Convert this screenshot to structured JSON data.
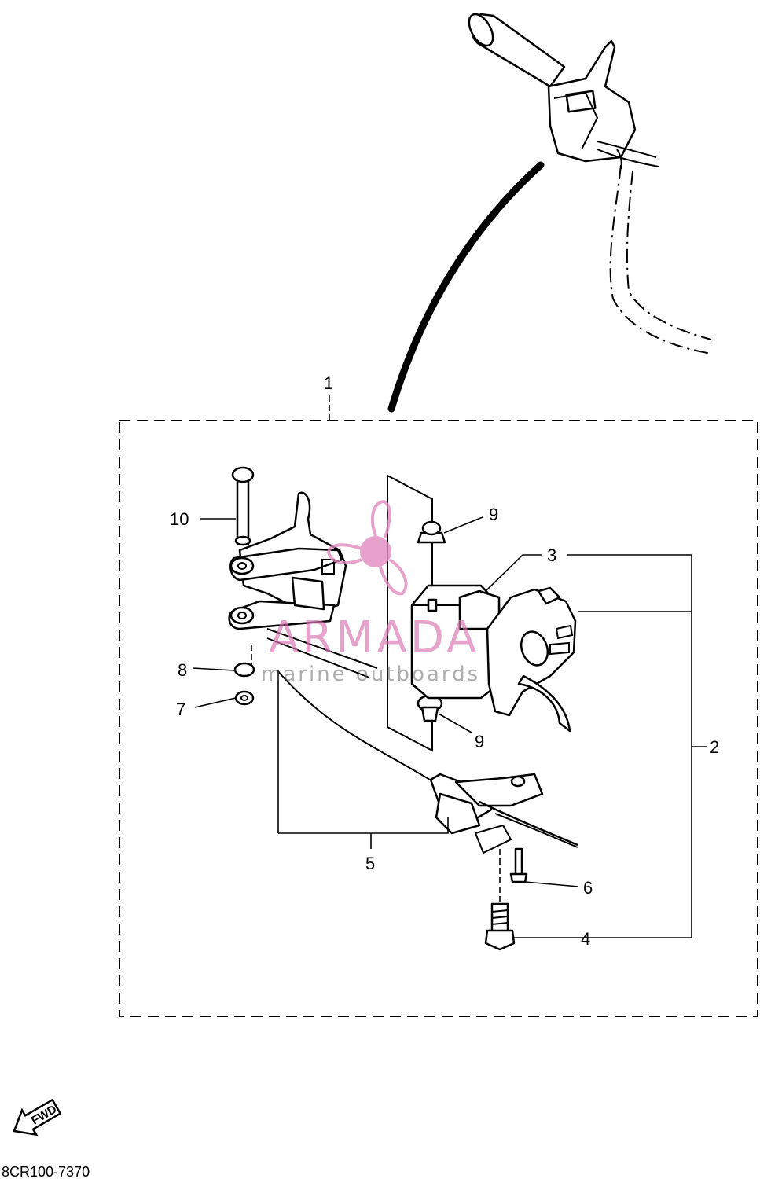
{
  "colors": {
    "line": "#000000",
    "background": "#ffffff",
    "watermark": "#e08ac0"
  },
  "watermark": {
    "title": "ARMADA",
    "subtitle": "marine outboards",
    "icon": "propeller-logo-icon"
  },
  "callouts": {
    "c1": "1",
    "c2": "2",
    "c3": "3",
    "c4": "4",
    "c5": "5",
    "c6": "6",
    "c7": "7",
    "c8": "8",
    "c9a": "9",
    "c9b": "9",
    "c10": "10"
  },
  "fwd_label": "FWD",
  "diagram_code": "8CR100-7370"
}
